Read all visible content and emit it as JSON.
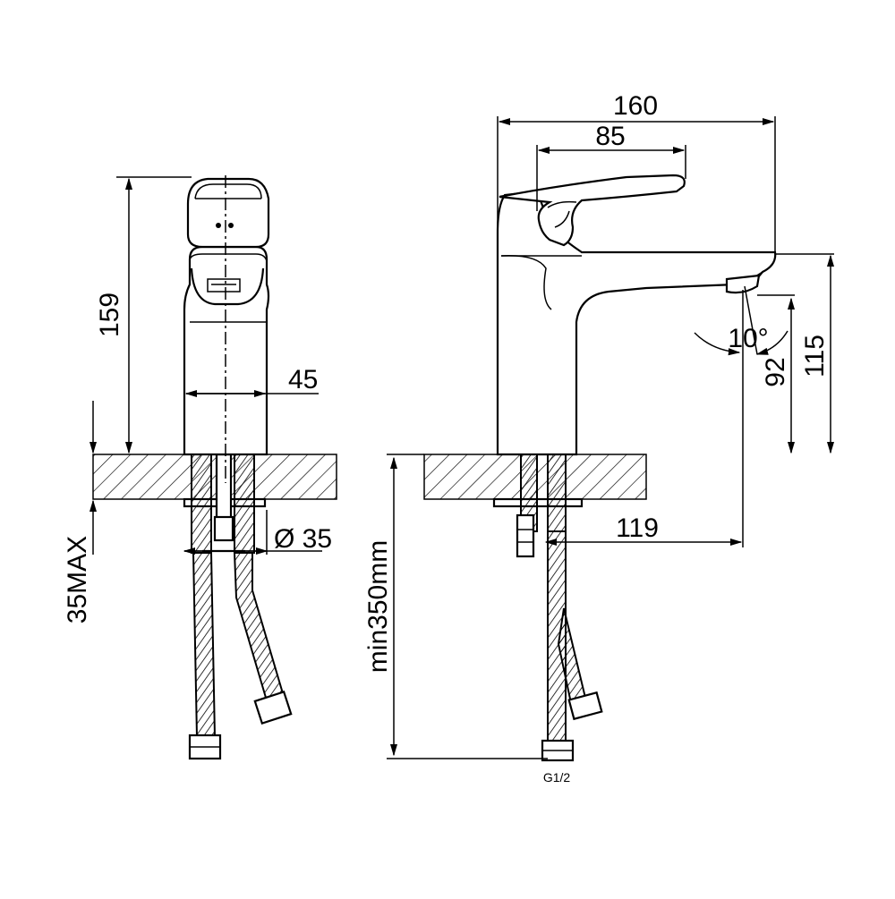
{
  "labels": {
    "height_total": "159",
    "body_width": "45",
    "hole_diameter": "Ø 35",
    "counter_max": "35MAX",
    "length_total": "160",
    "handle_length": "85",
    "spout_angle": "10°",
    "spout_height": "92",
    "body_height": "115",
    "spout_reach": "119",
    "hose_min_length": "min350mm",
    "thread": "G1/2"
  }
}
